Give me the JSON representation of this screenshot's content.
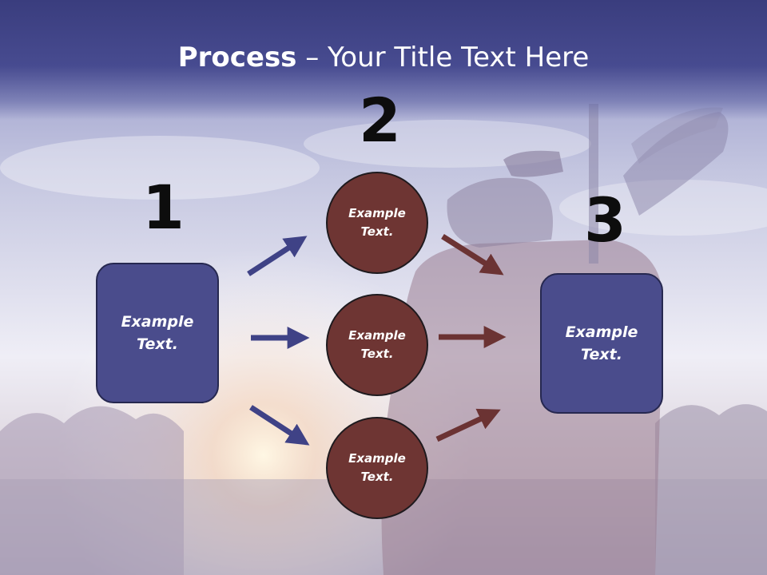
{
  "title": {
    "bold": "Process",
    "rest": " – Your Title Text Here"
  },
  "steps": [
    {
      "number": "1",
      "line1": "Example",
      "line2": "Text."
    },
    {
      "number": "2"
    },
    {
      "number": "3",
      "line1": "Example",
      "line2": "Text."
    }
  ],
  "circles": [
    {
      "line1": "Example",
      "line2": "Text."
    },
    {
      "line1": "Example",
      "line2": "Text."
    },
    {
      "line1": "Example",
      "line2": "Text."
    }
  ],
  "colors": {
    "title_band": "#3f4286",
    "box_fill": "#4a4c8c",
    "circle_fill": "#6e3533",
    "blue_arrow": "#3f4286",
    "red_arrow": "#6b3333"
  }
}
